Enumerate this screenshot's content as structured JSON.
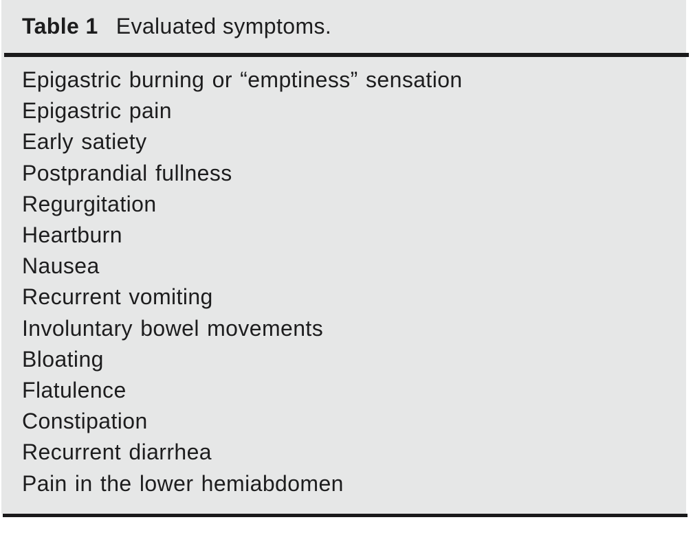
{
  "colors": {
    "page_bg": "#ffffff",
    "panel_bg": "#e6e7e7",
    "text": "#1d1d1e",
    "rule": "#1a1a1b"
  },
  "table": {
    "label": "Table 1",
    "title": "Evaluated symptoms.",
    "rows": [
      "Epigastric burning or “emptiness” sensation",
      "Epigastric pain",
      "Early satiety",
      "Postprandial fullness",
      "Regurgitation",
      "Heartburn",
      "Nausea",
      "Recurrent vomiting",
      "Involuntary bowel movements",
      "Bloating",
      "Flatulence",
      "Constipation",
      "Recurrent diarrhea",
      "Pain in the lower hemiabdomen"
    ]
  }
}
